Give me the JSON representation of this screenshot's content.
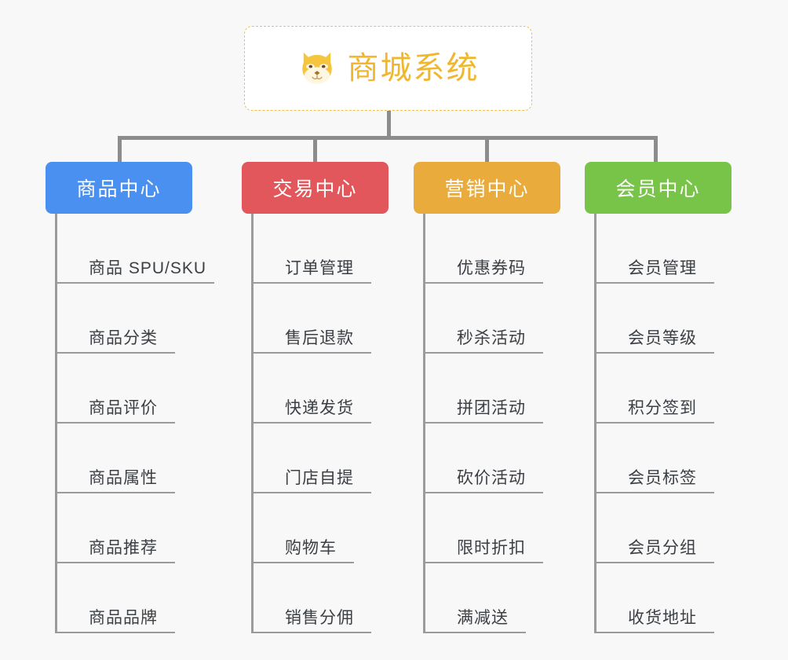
{
  "page": {
    "background_color": "#f8f8f8",
    "diagram_type": "org-tree",
    "line_color": "#8c8c8c",
    "leaf_line_color": "#9b9b9b",
    "leaf_text_color": "#3b3f44"
  },
  "root": {
    "title": "商城系统",
    "icon": "shiba-dog-face-icon",
    "text_color": "#f0b72e",
    "border_color": "#f2bf4e",
    "background_color": "#ffffff"
  },
  "columns": [
    {
      "id": "product-center",
      "label": "商品中心",
      "color": "#4a90f0",
      "items": [
        {
          "label": "商品 SPU/SKU",
          "rule_width": 200
        },
        {
          "label": "商品分类",
          "rule_width": 150
        },
        {
          "label": "商品评价",
          "rule_width": 150
        },
        {
          "label": "商品属性",
          "rule_width": 150
        },
        {
          "label": "商品推荐",
          "rule_width": 150
        },
        {
          "label": "商品品牌",
          "rule_width": 150
        }
      ]
    },
    {
      "id": "trade-center",
      "label": "交易中心",
      "color": "#e2575b",
      "items": [
        {
          "label": "订单管理",
          "rule_width": 150
        },
        {
          "label": "售后退款",
          "rule_width": 150
        },
        {
          "label": "快递发货",
          "rule_width": 150
        },
        {
          "label": "门店自提",
          "rule_width": 150
        },
        {
          "label": "购物车",
          "rule_width": 128
        },
        {
          "label": "销售分佣",
          "rule_width": 150
        }
      ]
    },
    {
      "id": "marketing-center",
      "label": "营销中心",
      "color": "#e9ab3c",
      "items": [
        {
          "label": "优惠券码",
          "rule_width": 150
        },
        {
          "label": "秒杀活动",
          "rule_width": 150
        },
        {
          "label": "拼团活动",
          "rule_width": 150
        },
        {
          "label": "砍价活动",
          "rule_width": 150
        },
        {
          "label": "限时折扣",
          "rule_width": 150
        },
        {
          "label": "满减送",
          "rule_width": 128
        }
      ]
    },
    {
      "id": "member-center",
      "label": "会员中心",
      "color": "#78c448",
      "items": [
        {
          "label": "会员管理",
          "rule_width": 150
        },
        {
          "label": "会员等级",
          "rule_width": 150
        },
        {
          "label": "积分签到",
          "rule_width": 150
        },
        {
          "label": "会员标签",
          "rule_width": 150
        },
        {
          "label": "会员分组",
          "rule_width": 150
        },
        {
          "label": "收货地址",
          "rule_width": 150
        }
      ]
    }
  ]
}
